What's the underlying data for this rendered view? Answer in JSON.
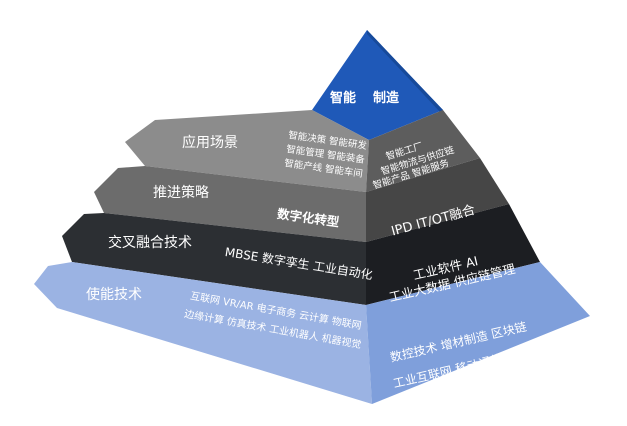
{
  "top": {
    "line1": "智能",
    "line2": "制造"
  },
  "layers": [
    {
      "label": "应用场景",
      "left_text": [
        "智能决策 智能研发",
        "智能管理 智能装备",
        "智能产线 智能车间"
      ],
      "right_text": [
        "智能工厂",
        "智能物流与供应链",
        "智能产品  智能服务"
      ]
    },
    {
      "label": "推进策略",
      "left_text": [
        "数字化转型"
      ],
      "right_text": [
        "IPD  IT/OT融合"
      ]
    },
    {
      "label": "交叉融合技术",
      "left_text": [
        "MBSE 数字孪生 工业自动化"
      ],
      "right_text": [
        "工业软件 AI",
        "工业大数据  供应链管理"
      ]
    },
    {
      "label": "使能技术",
      "left_text": [
        "互联网  VR/AR 电子商务  云计算 物联网",
        "边缘计算  仿真技术  工业机器人 机器视觉"
      ],
      "right_text": [
        "数控技术  增材制造  区块链",
        "工业互联网  移动通信  传感器"
      ]
    }
  ],
  "colors": {
    "top": "#1f59b8",
    "layer1_left": "#8c8c8c",
    "layer1_right": "#5d5d5d",
    "layer2_left": "#6c6c6c",
    "layer2_right": "#464646",
    "layer3_left": "#2c2f33",
    "layer3_right": "#1c1e22",
    "layer4_left": "#9bb3e3",
    "layer4_right": "#7f9fdb"
  }
}
